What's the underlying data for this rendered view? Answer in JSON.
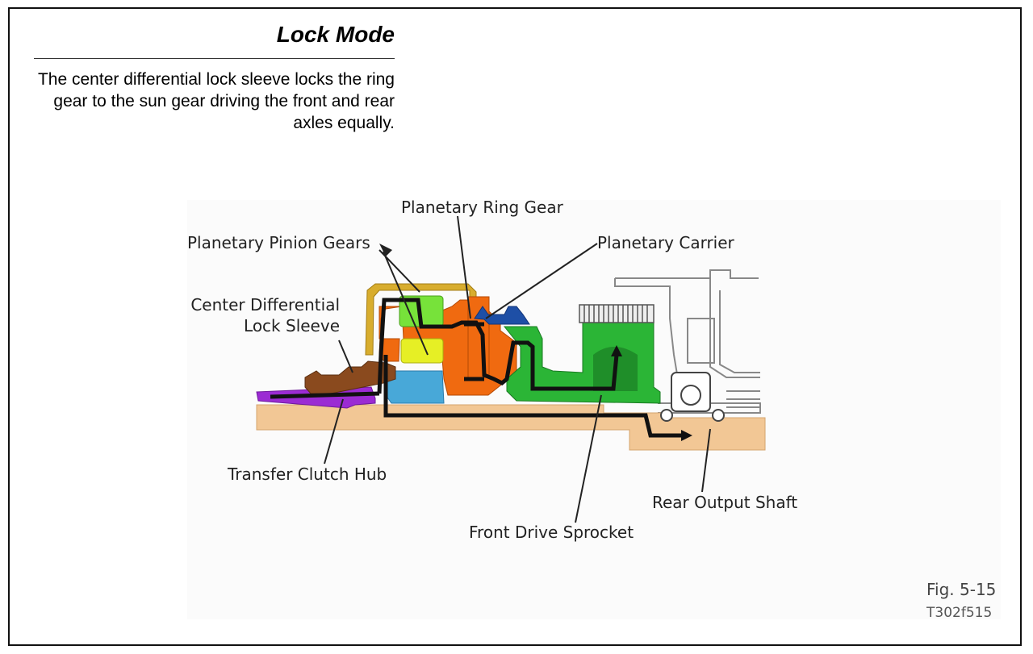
{
  "page": {
    "title": "Lock Mode",
    "description": "The center differential lock sleeve locks the ring gear to the sun gear driving the front and rear axles equally."
  },
  "labels": {
    "planetary_ring_gear": "Planetary Ring Gear",
    "planetary_pinion_gears": "Planetary Pinion Gears",
    "planetary_carrier": "Planetary Carrier",
    "center_differential_line1": "Center Differential",
    "center_differential_line2": "Lock Sleeve",
    "transfer_clutch_hub": "Transfer Clutch Hub",
    "rear_output_shaft": "Rear Output Shaft",
    "front_drive_sprocket": "Front Drive Sprocket"
  },
  "figure": {
    "number": "Fig. 5-15",
    "code": "T302f515"
  },
  "colors": {
    "shaft": "#f2c795",
    "ring_gear": "#f06a10",
    "pinion_top": "#77e23a",
    "pinion_bottom": "#e6ef25",
    "sun_gear": "#48a8d8",
    "carrier": "#1e4fa6",
    "sprocket": "#2bb536",
    "lock_sleeve": "#8a4a1e",
    "clutch_hub": "#9b2bd3",
    "housing": "#d8ad2e",
    "power_flow": "#111111"
  }
}
